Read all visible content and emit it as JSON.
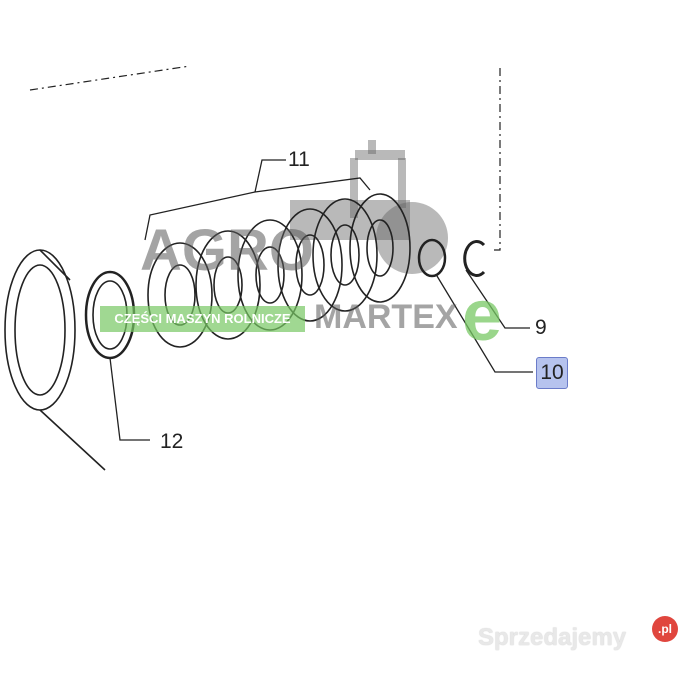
{
  "callouts": {
    "c9": "9",
    "c10": "10",
    "c11": "11",
    "c12": "12"
  },
  "watermark": {
    "brand_top": "AGRO",
    "brand_bottom": "MARTEX",
    "brand_e": "e",
    "strip": "CZĘŚCI MASZYN ROLNICZE"
  },
  "site_watermark": {
    "text": "Sprzedajemy",
    "badge": ".pl"
  },
  "colors": {
    "highlight": "#b6c3ee",
    "green": "#78c864",
    "badge": "#e0463e"
  }
}
